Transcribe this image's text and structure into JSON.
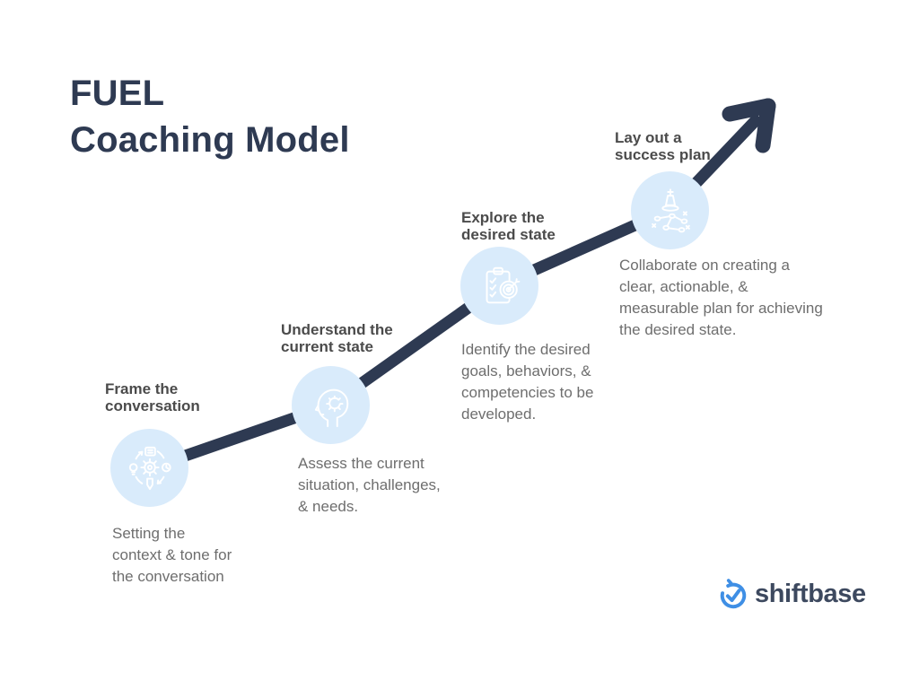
{
  "title": {
    "text": "FUEL\nCoaching Model"
  },
  "steps": [
    {
      "title": "Frame the\nconversation",
      "description": "Setting the\ncontext & tone for\nthe conversation",
      "icon": "process-gear-icon"
    },
    {
      "title": "Understand the\ncurrent state",
      "description": "Assess the current\nsituation, challenges,\n& needs.",
      "icon": "head-gear-icon"
    },
    {
      "title": "Explore the\ndesired state",
      "description": "Identify the desired\ngoals, behaviors, &\ncompetencies to be\ndeveloped.",
      "icon": "clipboard-target-icon"
    },
    {
      "title": "Lay out a\nsuccess plan",
      "description": "Collaborate on creating a\nclear, actionable, &\nmeasurable plan for achieving\nthe desired state.",
      "icon": "strategy-chess-icon"
    }
  ],
  "logo": {
    "text": "shiftbase"
  },
  "colors": {
    "arrow_navy": "#2e3a52",
    "title_navy": "#2e3a52",
    "step_title_gray": "#4b4b4b",
    "body_text_gray": "#6e6e6e",
    "circle_light_blue": "#d9ebfb",
    "icon_stroke_white": "#ffffff",
    "logo_blue": "#3f8fe5",
    "logo_text_navy": "#3d495f"
  }
}
